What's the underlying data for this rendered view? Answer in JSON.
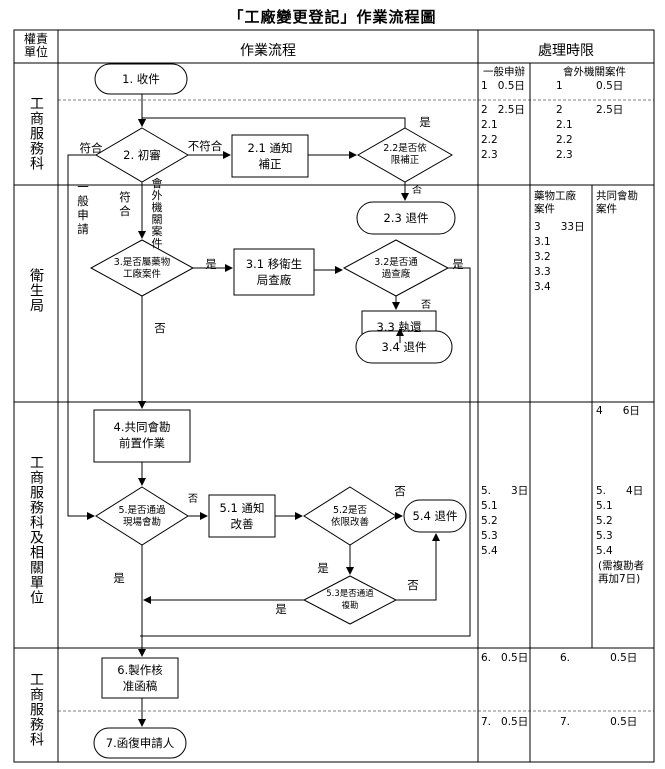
{
  "title": "「工廠變更登記」作業流程圖",
  "headers": {
    "unit": "權責\n單位",
    "flow": "作業流程",
    "time": "處理時限"
  },
  "units": {
    "u1": "工商服務科",
    "u2": "衛生局",
    "u3": "工商服務科及相關單位",
    "u4": "工商服務科"
  },
  "nodes": {
    "n1": "1. 收件",
    "n2": "2. 初審",
    "n21": "2.1 通知\n補正",
    "n22": "2.2是否依\n限補正",
    "n23": "2.3 退件",
    "n3": "3.是否屬藥物\n工廠案件",
    "n31": "3.1 移衛生\n局查廠",
    "n32": "3.2是否通\n過查廠",
    "n33": "3.3 執還",
    "n34": "3.4 退件",
    "n4": "4.共同會勘\n前置作業",
    "n5": "5.是否通過\n現場會勘",
    "n51": "5.1 通知\n改善",
    "n52": "5.2是否\n依限改善",
    "n54": "5.4 退件",
    "n53": "5.3是否通過\n複勘",
    "n6": "6.製作核\n准函稿",
    "n7": "7.函復申請人"
  },
  "edge_labels": {
    "fuhe_left": "符合",
    "bufuhe": "不符合",
    "shi_22": "是",
    "fou_22": "否",
    "fuhe_down": "符合",
    "huiwai": "會外機關案件",
    "yiban": "一般申請",
    "shi_3": "是",
    "fou_3": "否",
    "shi_32": "是",
    "fou_32": "否",
    "fou_5": "否",
    "fou_52": "否",
    "shi_52": "是",
    "fou_53": "否",
    "shi_53": "是",
    "shi_5": "是"
  },
  "time": {
    "col_a_head": "一般申辦",
    "col_b_head": "會外機關案件",
    "r1a": "1   0.5日",
    "r1b": "1          0.5日",
    "r2a": "2   2.5日\n2.1\n2.2\n2.3",
    "r2b": "2          2.5日\n2.1\n2.2\n2.3",
    "drug_head": "藥物工廠\n案件",
    "joint_head": "共同會勘\n案件",
    "r3": "3      33日\n3.1\n3.2\n3.3\n3.4",
    "r4": "4      6日",
    "r5a": "5.      3日\n5.1\n5.2\n5.3\n5.4",
    "r5c": "5.      4日\n5.1\n5.2\n5.3\n5.4",
    "r5note": "(需複勘者\n再加7日)",
    "r6a": "6.   0.5日",
    "r6b": "6.            0.5日",
    "r7a": "7.   0.5日",
    "r7b": "7.            0.5日"
  }
}
